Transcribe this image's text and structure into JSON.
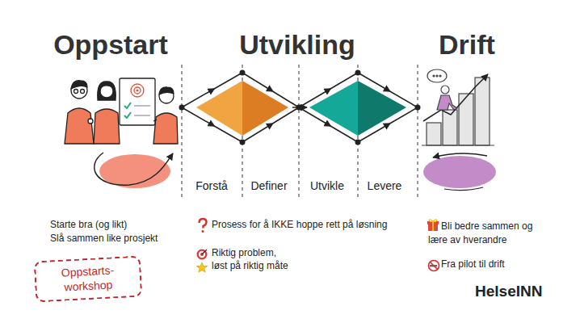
{
  "diagram": {
    "nodes": [
      {
        "text": [
          "Forstå",
          "Definer"
        ]
      },
      {
        "text": [
          "Utvikle",
          "Levere"
        ]
      },
      {
        "text": [
          "Oppstarts- workshop"
        ]
      }
    ],
    "edges": [
      {
        "from": 0,
        "to": 1,
        "arrow": "to"
      }
    ],
    "labels": [
      "Oppstart",
      "Utvikling",
      "Drift",
      "Starte bra (og likt)",
      "Slå sammen like prosjekt",
      "Prosess for å IKKE hoppe rett på løsning",
      "Riktig problem,",
      "løst på riktig måte",
      "Bli bedre sammen og lære av hverandre",
      "Fra pilot til drift",
      "HelseINN"
    ]
  }
}
